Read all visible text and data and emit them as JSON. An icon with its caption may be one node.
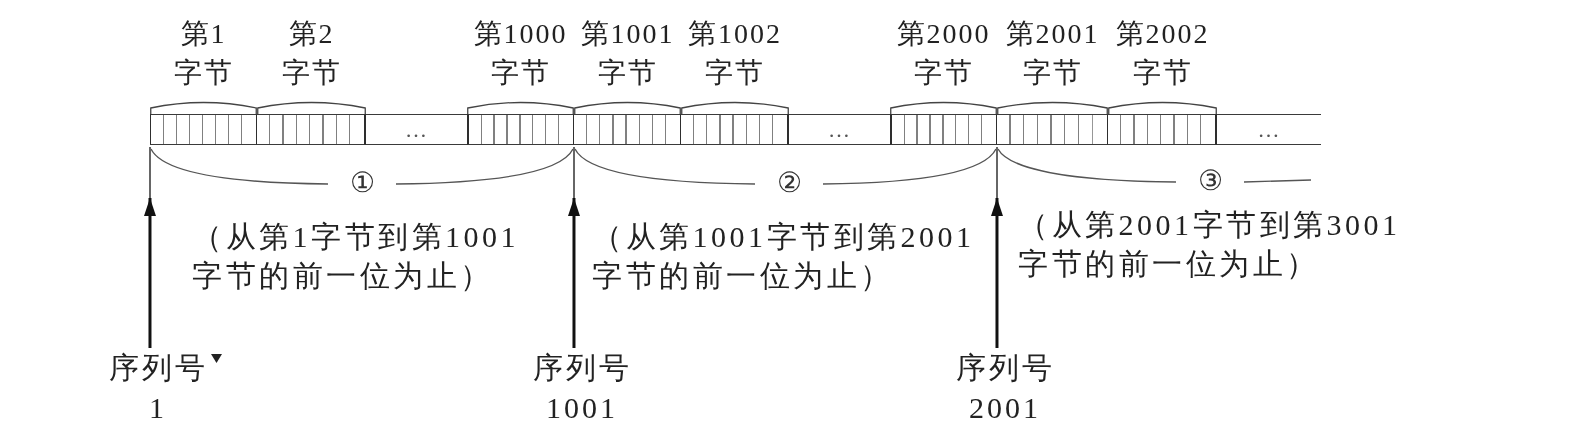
{
  "diagram": {
    "nodes": [
      {
        "text": [
          "第1字节"
        ]
      },
      {
        "text": [
          "第2字节"
        ]
      },
      {
        "text": [
          "…"
        ]
      },
      {
        "text": [
          "第1000字节"
        ]
      },
      {
        "text": [
          "第1001字节"
        ]
      },
      {
        "text": [
          "第1002字节"
        ]
      },
      {
        "text": [
          "…"
        ]
      },
      {
        "text": [
          "第2000字节"
        ]
      },
      {
        "text": [
          "第2001字节"
        ]
      },
      {
        "text": [
          "第2002字节"
        ]
      },
      {
        "text": [
          "…"
        ]
      },
      {
        "text": [],
        "shape": "line"
      },
      {
        "text": [],
        "shape": "line"
      },
      {
        "text": [],
        "shape": "line"
      },
      {
        "text": [
          "序列号1"
        ]
      },
      {
        "text": [
          "序列号1001"
        ]
      },
      {
        "text": [
          "序列号2001"
        ]
      }
    ],
    "edges": [
      {
        "from": 14,
        "to": 11,
        "arrow": "to"
      },
      {
        "from": 15,
        "to": 12,
        "arrow": "to"
      },
      {
        "from": 16,
        "to": 13,
        "arrow": "to"
      }
    ],
    "labels": [
      "①",
      "②",
      "③",
      "（从第1字节到第1001字节的前一位为止）",
      "（从第1001字节到第2001字节的前一位为止）",
      "（从第2001字节到第3001字节的前一位为止）"
    ]
  }
}
